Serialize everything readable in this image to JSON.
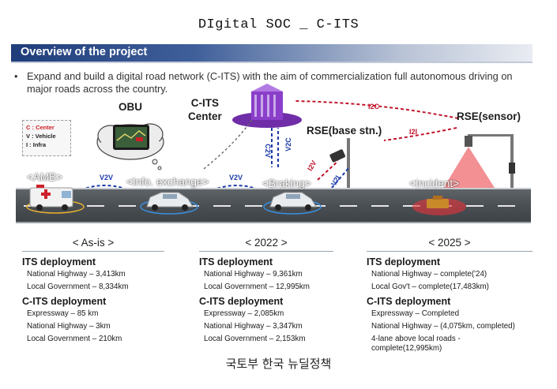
{
  "doc_title": "DIgital SOC _ C-ITS",
  "overview": {
    "label": "Overview of the project"
  },
  "bullet": {
    "marker": "•",
    "text": "Expand and build a digital road network (C-ITS) with the aim of commercialization full autonomous driving on major roads across the country."
  },
  "diagram": {
    "obu": "OBU",
    "cits_center": "C-ITS\nCenter",
    "rse_base": "RSE(base stn.)",
    "rse_sensor": "RSE(sensor)",
    "legend": {
      "c": "C : Center",
      "v": "V : Vehicle",
      "i": "I : Infra"
    },
    "events": {
      "amb": "<AMB>",
      "info": "<Info. exchange>",
      "braking": "<Braking>",
      "incident": "<Incident>"
    },
    "links": {
      "v2v_1": "V2V",
      "v2v_2": "V2V",
      "c2v": "C2V",
      "v2c": "V2C",
      "v2i": "V2I",
      "i2v": "I2V",
      "i2c": "I2C",
      "i2i": "I2I"
    },
    "colors": {
      "building": "#8a3ec9",
      "arrow_blue": "#1a3aa8",
      "arrow_red": "#c0142a",
      "road": "#4a4f54"
    }
  },
  "columns": [
    {
      "head": "< As-is >",
      "its_title": "ITS deployment",
      "its_items": [
        "National Highway – 3,413km",
        "Local Government – 8,334km"
      ],
      "cits_title": "C-ITS deployment",
      "cits_items": [
        "Expressway – 85 km",
        "National Highway – 3km",
        "Local Government – 210km"
      ]
    },
    {
      "head": "< 2022 >",
      "its_title": "ITS deployment",
      "its_items": [
        "National Highway – 9,361km",
        "Local Government – 12,995km"
      ],
      "cits_title": "C-ITS deployment",
      "cits_items": [
        "Expressway – 2,085km",
        "National Highway – 3,347km",
        "Local Government – 2,153km"
      ]
    },
    {
      "head": "< 2025 >",
      "its_title": "ITS deployment",
      "its_items": [
        "National Highway – complete('24)",
        "Local Gov't – complete(17,483km)"
      ],
      "cits_title": "C-ITS deployment",
      "cits_items": [
        "Expressway – Completed",
        "National Highway – (4,075km, completed)",
        "4-lane above local roads - complete(12,995km)"
      ]
    }
  ],
  "footer": "국토부 한국 뉴딜정책"
}
